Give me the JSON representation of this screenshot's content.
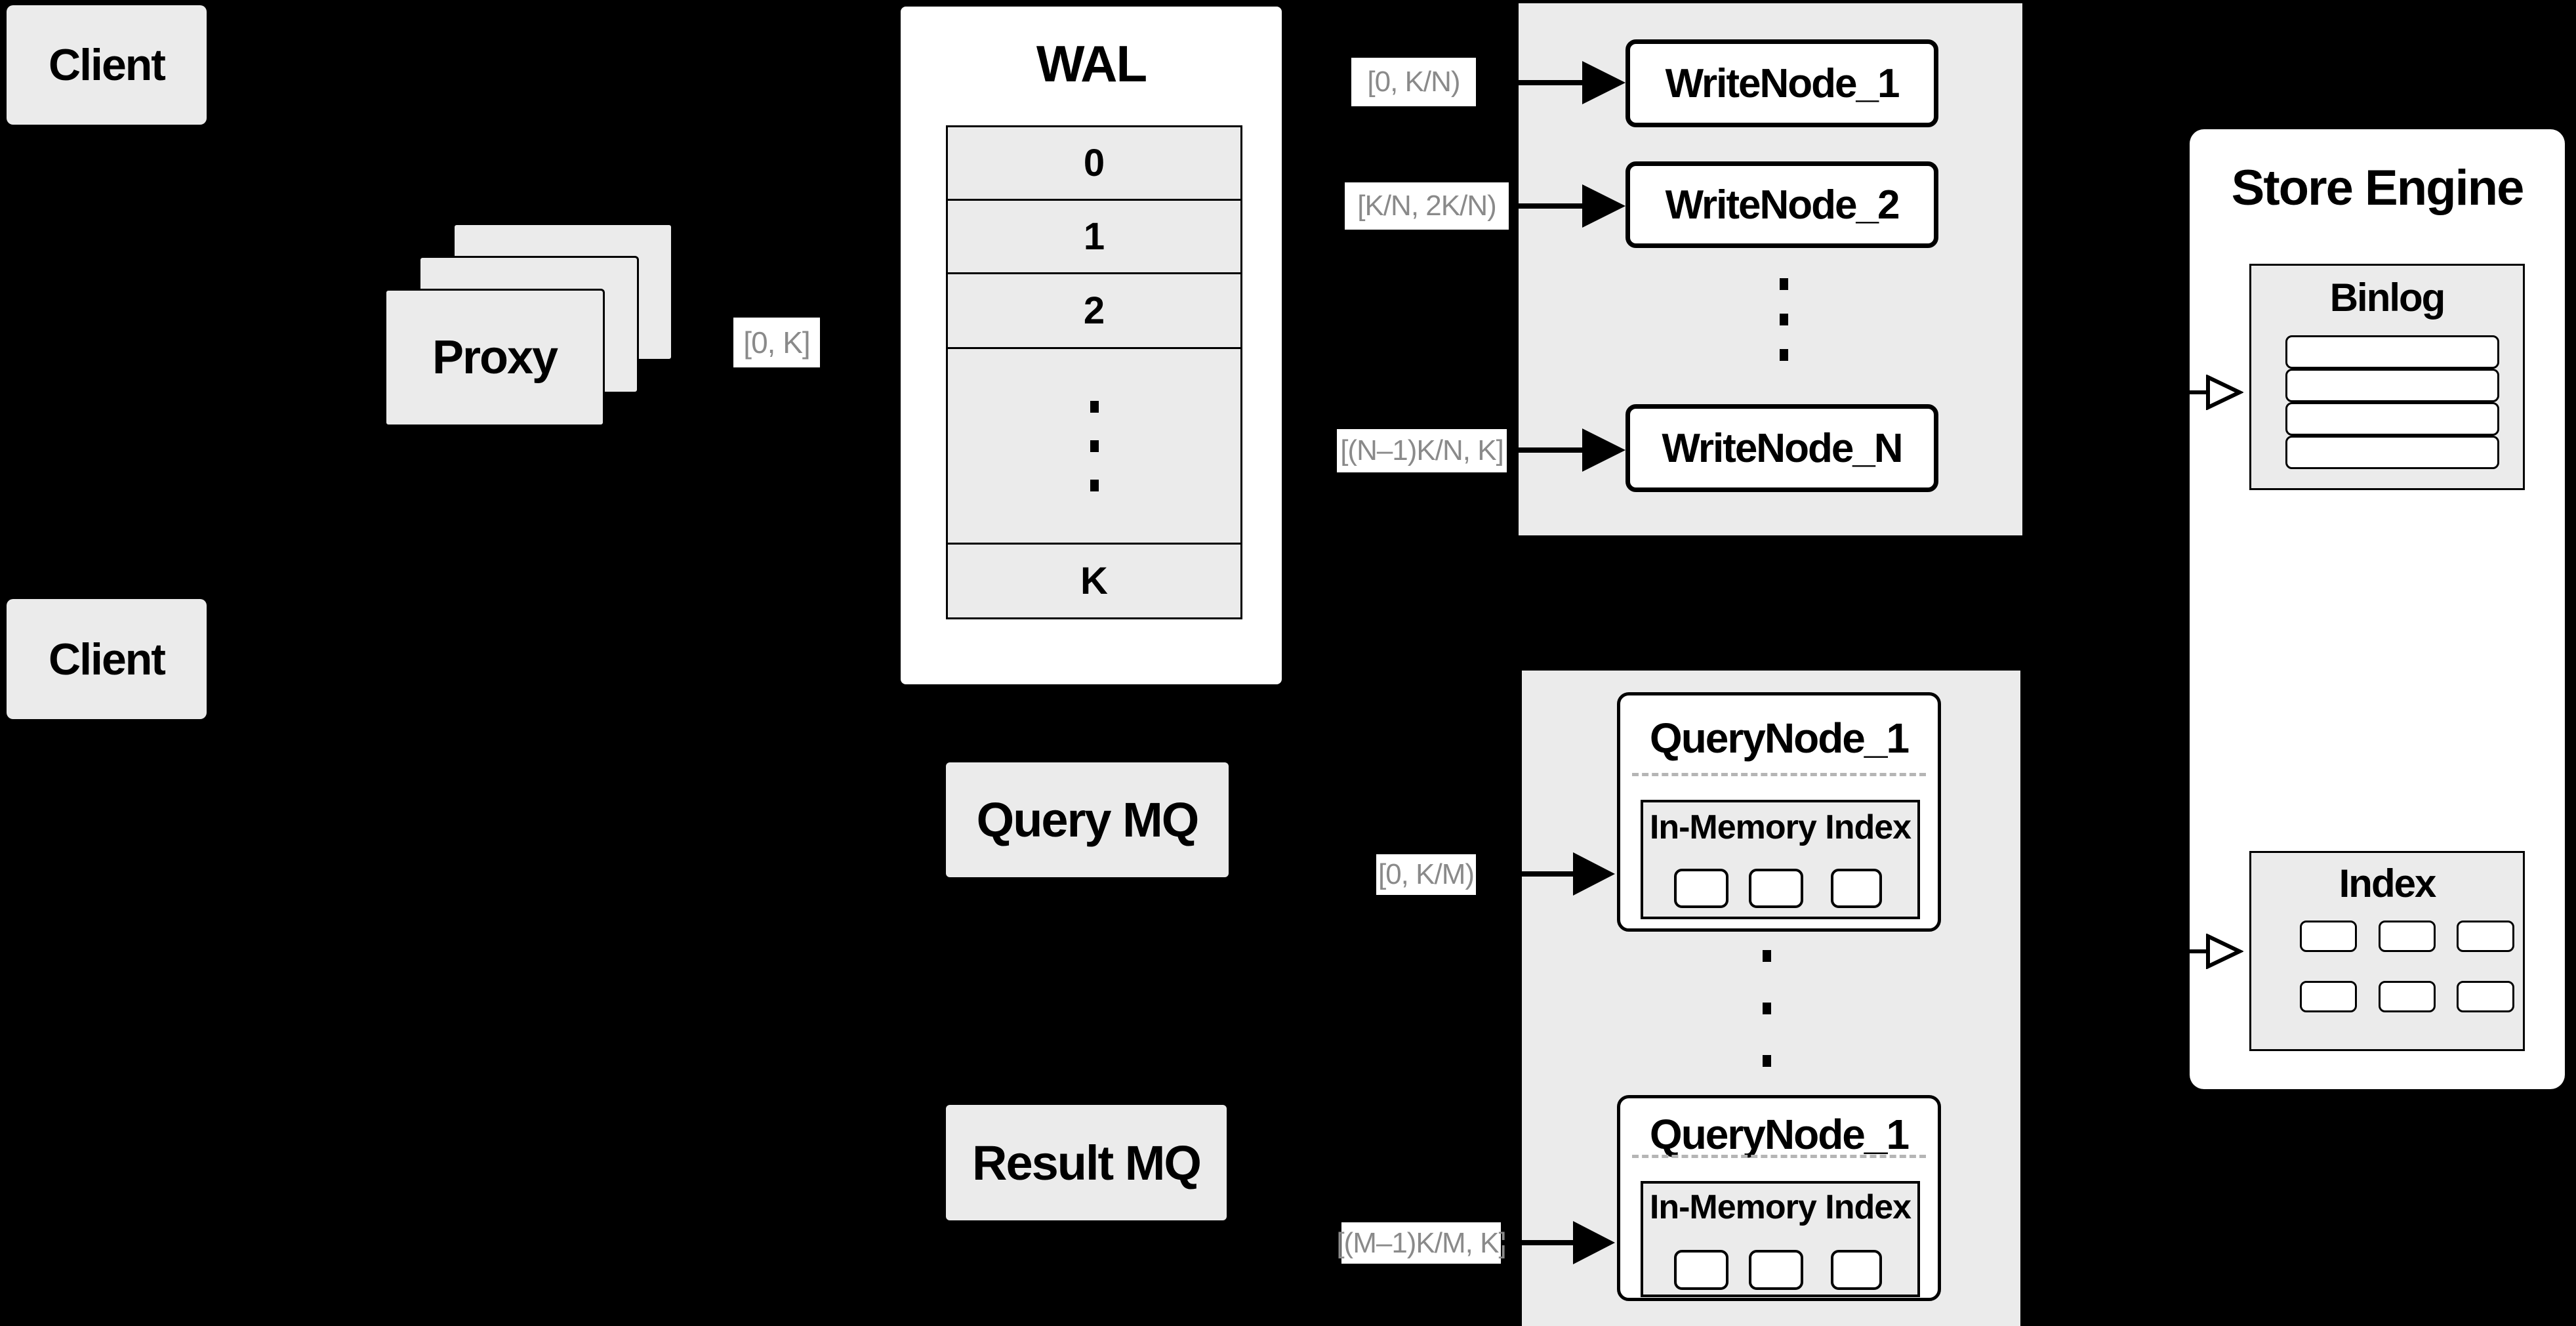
{
  "clients": {
    "top_label": "Client",
    "bottom_label": "Client"
  },
  "proxy": {
    "label": "Proxy"
  },
  "range_labels": {
    "proxy_out": "[0, K]",
    "write": [
      "[0, K/N)",
      "[K/N, 2K/N)",
      "[(N–1)K/N, K]"
    ],
    "query": [
      "[0, K/M)",
      "[(M–1)K/M, K]"
    ]
  },
  "wal": {
    "title": "WAL",
    "segments": [
      "0",
      "1",
      "2",
      "K"
    ]
  },
  "write_nodes": {
    "items": [
      "WriteNode_1",
      "WriteNode_2",
      "WriteNode_N"
    ]
  },
  "message_queues": {
    "query": "Query MQ",
    "result": "Result MQ"
  },
  "query_nodes": {
    "items": [
      {
        "title": "QueryNode_1",
        "memory_index_label": "In-Memory Index"
      },
      {
        "title": "QueryNode_1",
        "memory_index_label": "In-Memory Index"
      }
    ]
  },
  "store_engine": {
    "title": "Store Engine",
    "binlog_label": "Binlog",
    "index_label": "Index"
  },
  "colors": {
    "background": "#000000",
    "panel_white": "#ffffff",
    "box_gray": "#ebebeb",
    "line_black": "#000000",
    "range_text_gray": "#8a8a8a",
    "dashed_divider_gray": "#b5b5b5"
  },
  "icons": {
    "filled_arrowhead": "right-filled-arrowhead",
    "open_arrowhead": "right-open-arrowhead",
    "vertical_ellipsis": "vertical-ellipsis"
  }
}
